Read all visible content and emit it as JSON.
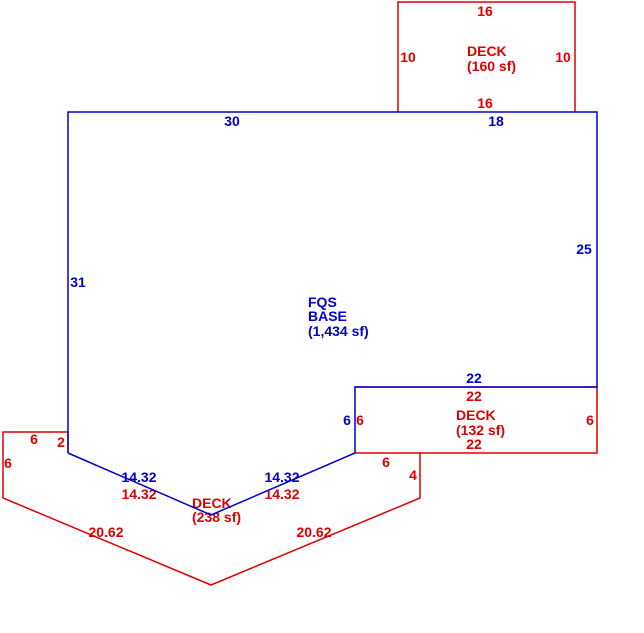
{
  "colors": {
    "base": "#0000cc",
    "deck": "#dd0000"
  },
  "base": {
    "name": "FQS",
    "sub": "BASE",
    "area": "(1,434 sf)",
    "dims": {
      "top_left": "30",
      "top_right": "18",
      "right": "25",
      "left": "31",
      "notch_top": "22",
      "notch_side": "6",
      "diag_left": "14.32",
      "diag_right": "14.32"
    }
  },
  "deck_top": {
    "name": "DECK",
    "area": "(160 sf)",
    "dims": {
      "top": "16",
      "bottom": "16",
      "left": "10",
      "right": "10"
    }
  },
  "deck_right": {
    "name": "DECK",
    "area": "(132 sf)",
    "dims": {
      "top": "22",
      "bottom": "22",
      "left": "6",
      "right": "6"
    }
  },
  "deck_bottom": {
    "name": "DECK",
    "area": "(238 sf)",
    "dims": {
      "left_top": "6",
      "left_short": "2",
      "left_side": "6",
      "diag_in_left": "14.32",
      "diag_in_right": "14.32",
      "right_top": "6",
      "right_side": "4",
      "diag_out_left": "20.62",
      "diag_out_right": "20.62"
    }
  }
}
